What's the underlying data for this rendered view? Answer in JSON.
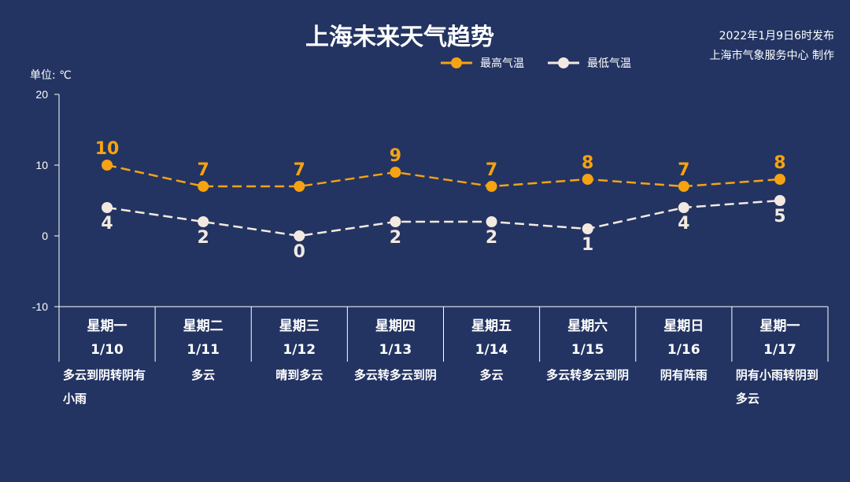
{
  "header": {
    "title": "上海未来天气趋势",
    "published": "2022年1月9日6时发布",
    "producer": "上海市气象服务中心 制作",
    "unit": "单位: ℃"
  },
  "colors": {
    "high": "#f5a313",
    "low": "#f3e9e0",
    "background": "#233462"
  },
  "chart_data": {
    "type": "line",
    "title": "上海未来天气趋势",
    "ylabel": "单位: ℃",
    "ylim": [
      -10,
      20
    ],
    "yticks": [
      -10,
      0,
      10,
      20
    ],
    "legend_position": "top-right",
    "categories": [
      "星期一 1/10",
      "星期二 1/11",
      "星期三 1/12",
      "星期四 1/13",
      "星期五 1/14",
      "星期六 1/15",
      "星期日 1/16",
      "星期一 1/17"
    ],
    "series": [
      {
        "name": "最高气温",
        "values": [
          10,
          7,
          7,
          9,
          7,
          8,
          7,
          8
        ]
      },
      {
        "name": "最低气温",
        "values": [
          4,
          2,
          0,
          2,
          2,
          1,
          4,
          5
        ]
      }
    ]
  },
  "days": [
    {
      "weekday": "星期一",
      "date": "1/10",
      "weather": "多云到阴转阴有小雨"
    },
    {
      "weekday": "星期二",
      "date": "1/11",
      "weather": "多云"
    },
    {
      "weekday": "星期三",
      "date": "1/12",
      "weather": "晴到多云"
    },
    {
      "weekday": "星期四",
      "date": "1/13",
      "weather": "多云转多云到阴"
    },
    {
      "weekday": "星期五",
      "date": "1/14",
      "weather": "多云"
    },
    {
      "weekday": "星期六",
      "date": "1/15",
      "weather": "多云转多云到阴"
    },
    {
      "weekday": "星期日",
      "date": "1/16",
      "weather": "阴有阵雨"
    },
    {
      "weekday": "星期一",
      "date": "1/17",
      "weather": "阴有小雨转阴到多云"
    }
  ]
}
